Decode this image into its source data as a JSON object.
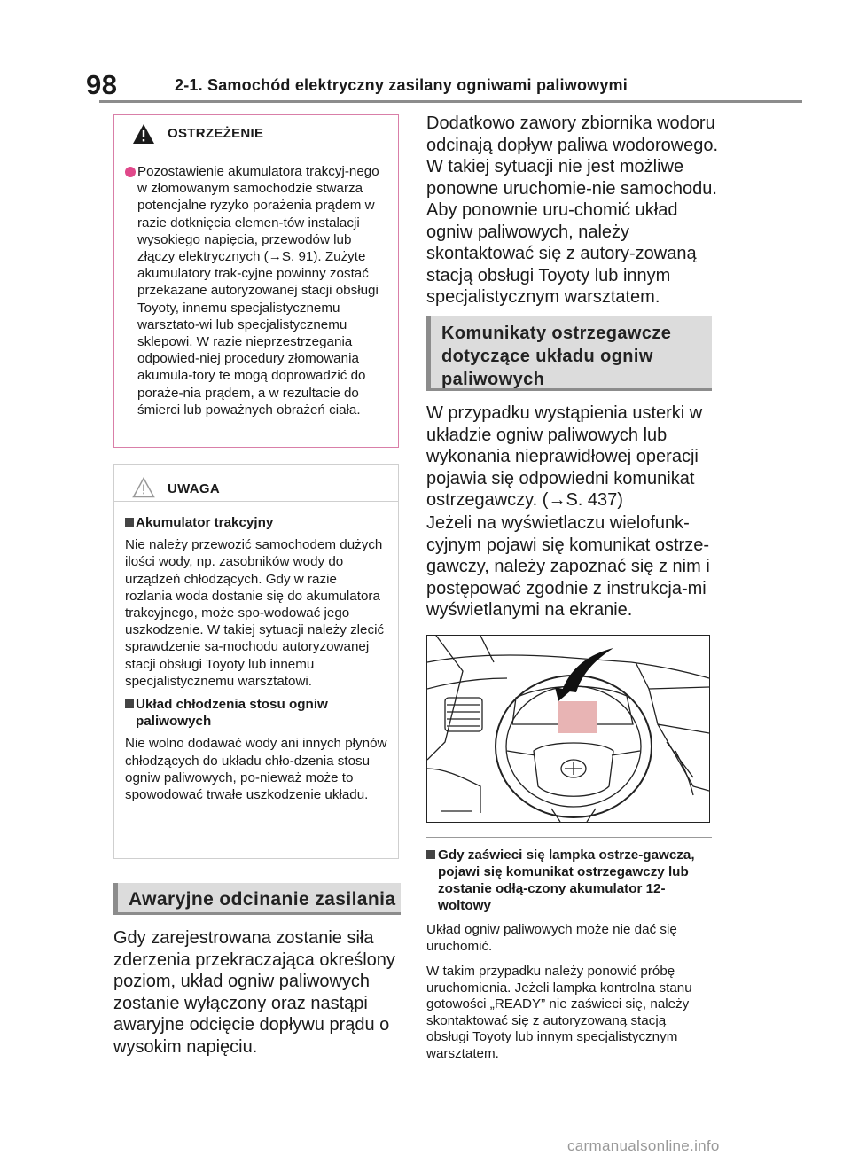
{
  "header": {
    "page_number": "98",
    "section_title": "2-1. Samochód elektryczny zasilany ogniwami paliwowymi"
  },
  "warning": {
    "title": "OSTRZEŻENIE",
    "text": "Pozostawienie akumulatora trakcyj-nego w złomowanym samochodzie stwarza potencjalne ryzyko porażenia prądem w razie dotknięcia elemen-tów instalacji wysokiego napięcia, przewodów lub złączy elektrycznych (→S. 91). Zużyte akumulatory trak-cyjne powinny zostać przekazane autoryzowanej stacji obsługi Toyoty, innemu specjalistycznemu warsztato-wi lub specjalistycznemu sklepowi. W razie nieprzestrzegania odpowied-niej procedury złomowania akumula-tory te mogą doprowadzić do poraże-nia prądem, a w rezultacie do śmierci lub poważnych obrażeń ciała."
  },
  "caution": {
    "title": "UWAGA",
    "section1_heading": "Akumulator trakcyjny",
    "section1_text": "Nie należy przewozić samochodem dużych ilości wody, np. zasobników wody do urządzeń chłodzących. Gdy w razie rozlania woda dostanie się do akumulatora trakcyjnego, może spo-wodować jego uszkodzenie. W takiej sytuacji należy zlecić sprawdzenie sa-mochodu autoryzowanej stacji obsługi Toyoty lub innemu specjalistycznemu warsztatowi.",
    "section2_heading": "Układ chłodzenia stosu ogniw paliwowych",
    "section2_text": "Nie wolno dodawać wody ani innych płynów chłodzących do układu chło-dzenia stosu ogniw paliwowych, po-nieważ może to spowodować trwałe uszkodzenie układu."
  },
  "left_banner": "Awaryjne odcinanie zasilania",
  "left_body": "Gdy zarejestrowana zostanie siła zderzenia przekraczająca określony poziom, układ ogniw paliwowych zostanie wyłączony oraz nastąpi awaryjne odcięcie dopływu prądu o wysokim napięciu.",
  "right_p1": "Dodatkowo zawory zbiornika wodoru odcinają dopływ paliwa wodorowego. W takiej sytuacji nie jest możliwe ponowne uruchomie-nie samochodu. Aby ponownie uru-chomić układ ogniw paliwowych, należy skontaktować się z autory-zowaną stacją obsługi Toyoty lub innym specjalistycznym warsztatem.",
  "right_banner": "Komunikaty ostrzegawcze dotyczące układu ogniw paliwowych",
  "right_p2": "W przypadku wystąpienia usterki w układzie ogniw paliwowych lub wykonania nieprawidłowej operacji pojawia się odpowiedni komunikat ostrzegawczy. (→S. 437)",
  "right_p3": "Jeżeli na wyświetlaczu wielofunk-cyjnym pojawi się komunikat ostrze-gawczy, należy zapoznać się z nim i postępować zgodnie z instrukcja-mi wyświetlanymi na ekranie.",
  "small_heading": "Gdy zaświeci się lampka ostrze-gawcza, pojawi się komunikat ostrzegawczy lub zostanie odłą-czony akumulator 12-woltowy",
  "small_p1": "Układ ogniw paliwowych może nie dać się uruchomić.",
  "small_p2": "W takim przypadku należy ponowić próbę uruchomienia. Jeżeli lampka kontrolna stanu gotowości „READY” nie zaświeci się, należy skontaktować się z autoryzowaną stacją obsługi Toyoty lub innym specjalistycznym warsztatem.",
  "watermark": "carmanualsonline.info",
  "colors": {
    "warning_accent": "#e0488a",
    "banner_bg": "#dcdcdc",
    "highlight": "#e8b4b4"
  }
}
